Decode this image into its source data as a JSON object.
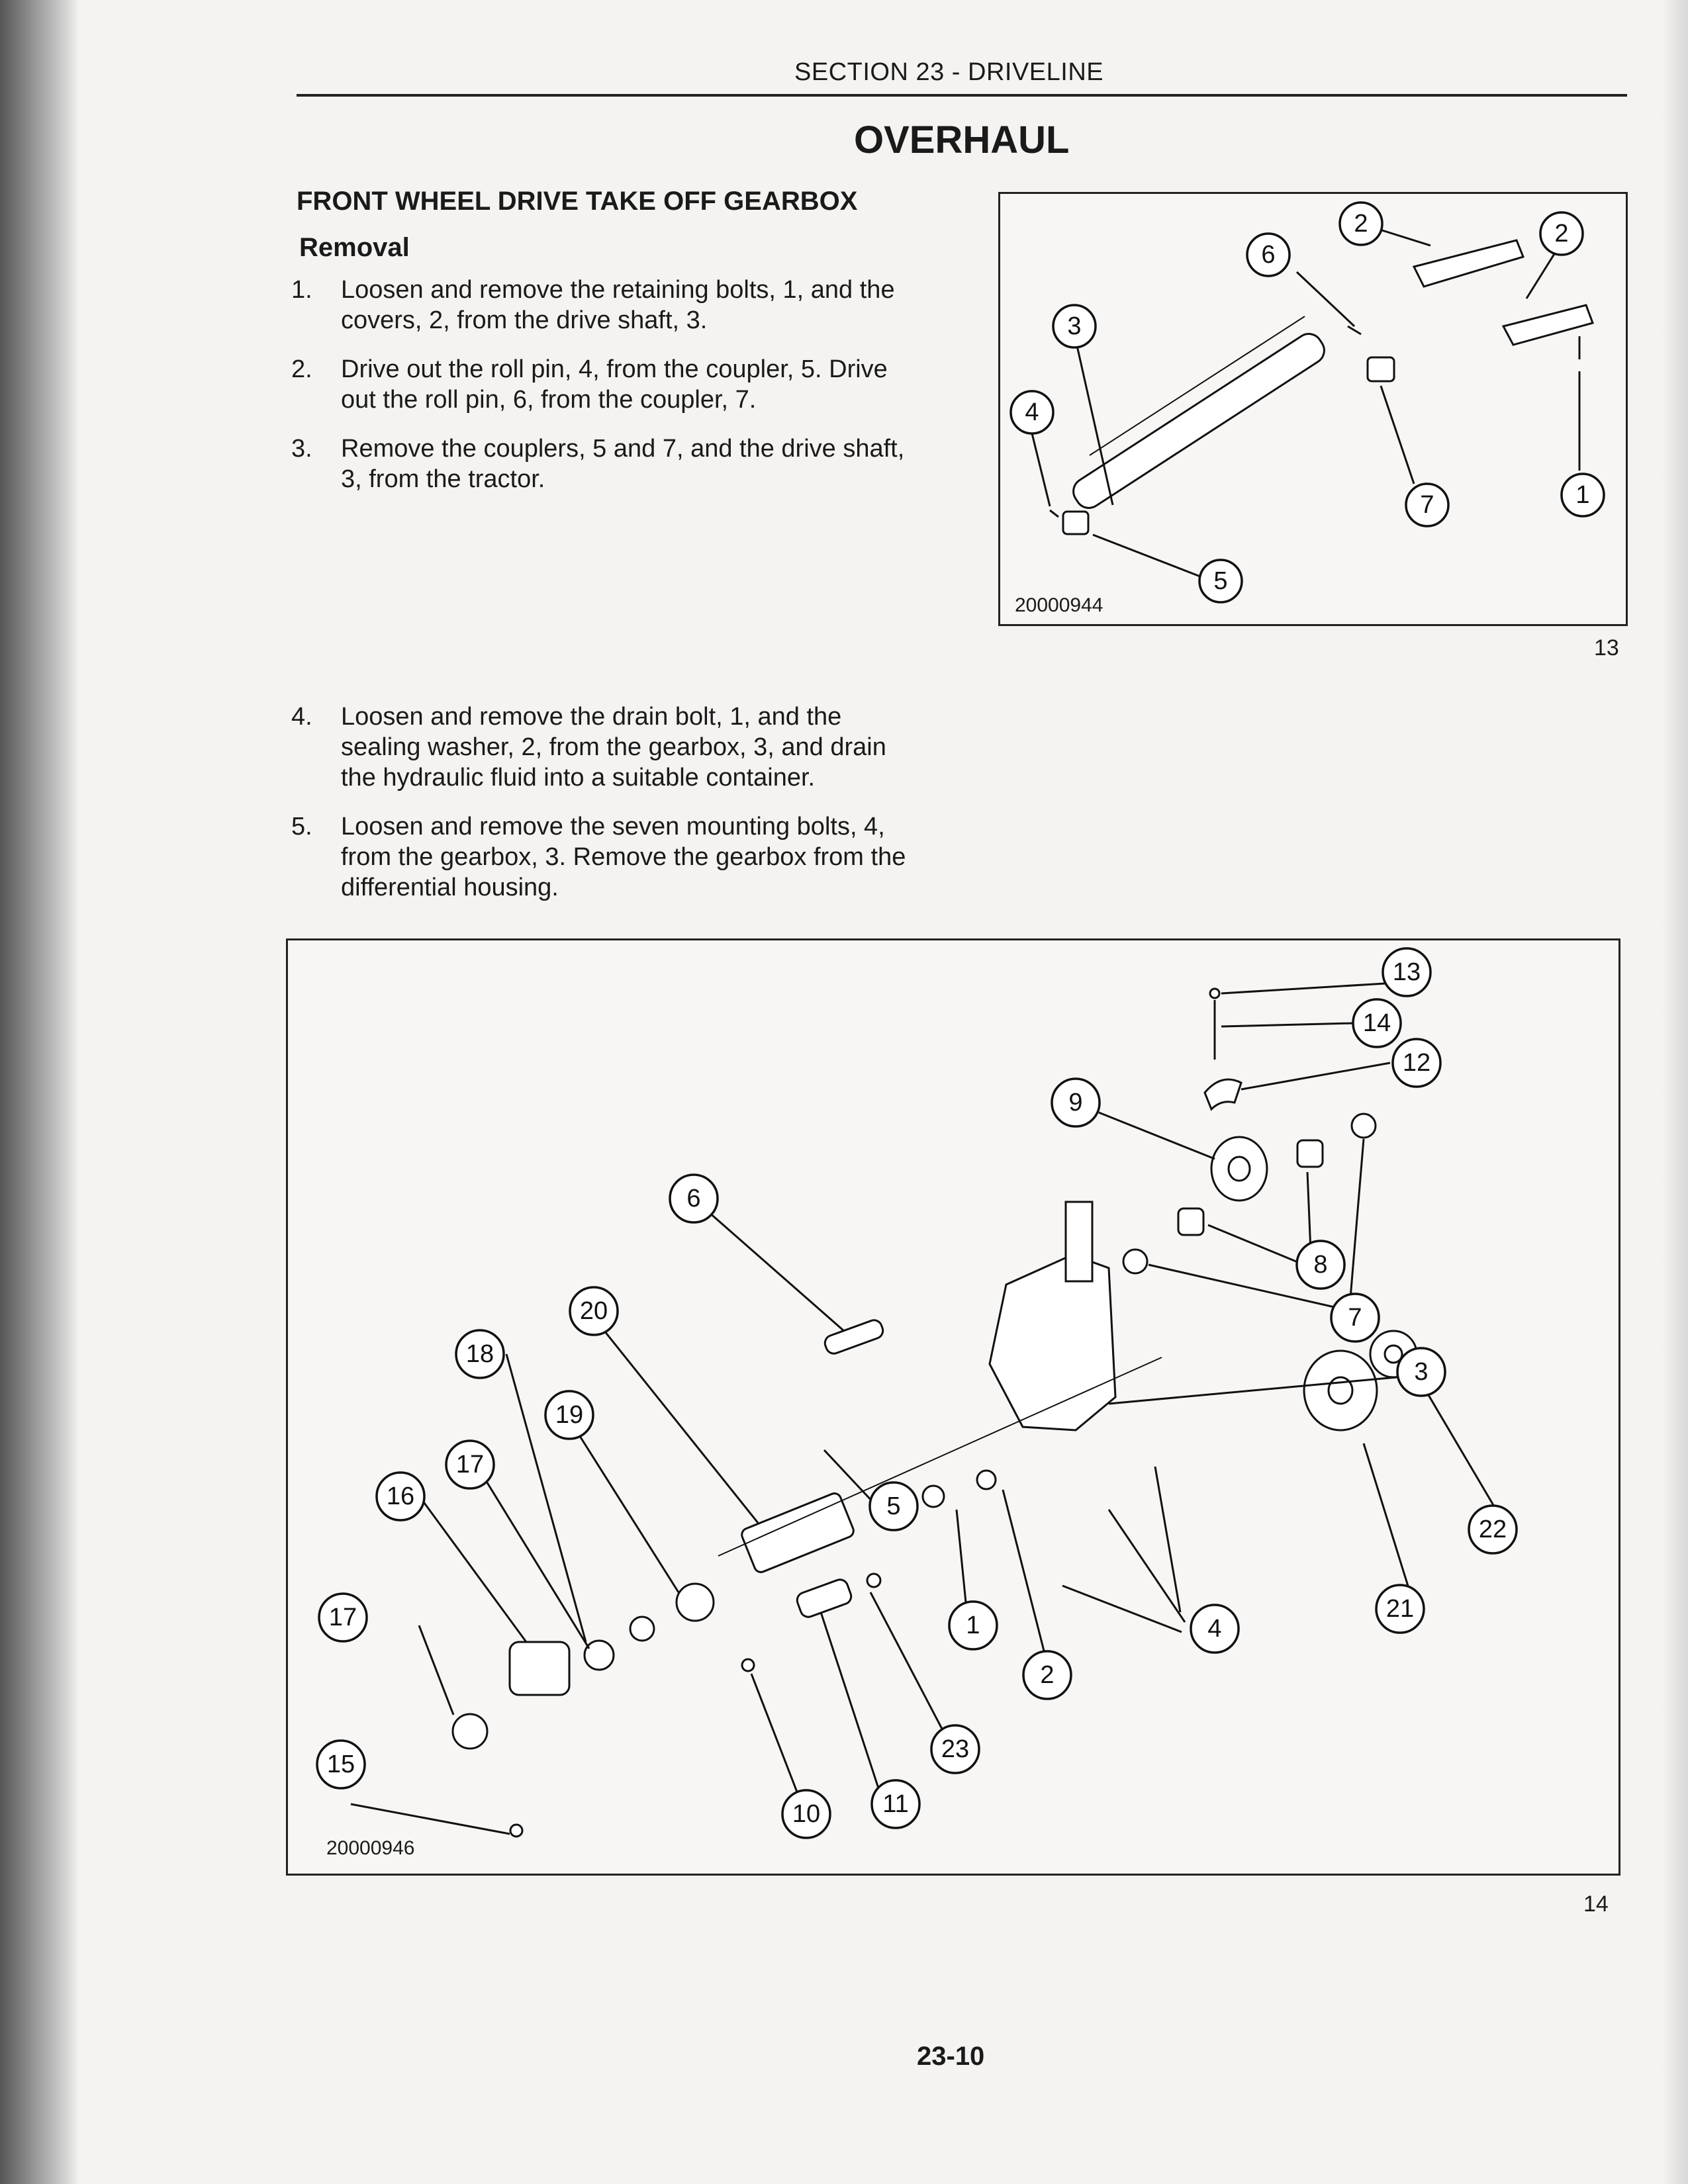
{
  "header": {
    "section_title": "SECTION 23 - DRIVELINE"
  },
  "page_title": "OVERHAUL",
  "subsection_title": "FRONT WHEEL DRIVE TAKE OFF GEARBOX",
  "removal_heading": "Removal",
  "steps_part1": [
    {
      "num": "1.",
      "text": "Loosen and remove the retaining bolts, 1, and the covers, 2, from the drive shaft, 3."
    },
    {
      "num": "2.",
      "text": "Drive out the roll pin, 4, from the coupler, 5. Drive out the roll pin, 6, from the coupler, 7."
    },
    {
      "num": "3.",
      "text": "Remove the couplers, 5 and 7, and the drive shaft, 3, from the tractor."
    }
  ],
  "steps_part2": [
    {
      "num": "4.",
      "text": "Loosen and remove the drain bolt, 1, and the sealing washer, 2, from the gearbox, 3, and drain the hydraulic fluid into a suitable container."
    },
    {
      "num": "5.",
      "text": "Loosen and remove the seven mounting bolts, 4, from the gearbox, 3. Remove the gearbox from the differential housing."
    }
  ],
  "figure1": {
    "code": "20000944",
    "number": "13",
    "callouts": [
      "2",
      "2",
      "6",
      "3",
      "4",
      "7",
      "1",
      "5"
    ]
  },
  "figure2": {
    "code": "20000946",
    "number": "14",
    "callouts": [
      "13",
      "14",
      "12",
      "9",
      "8",
      "7",
      "6",
      "20",
      "18",
      "19",
      "17",
      "16",
      "3",
      "5",
      "1",
      "4",
      "2",
      "21",
      "22",
      "17",
      "15",
      "23",
      "11",
      "10"
    ]
  },
  "page_number": "23-10"
}
